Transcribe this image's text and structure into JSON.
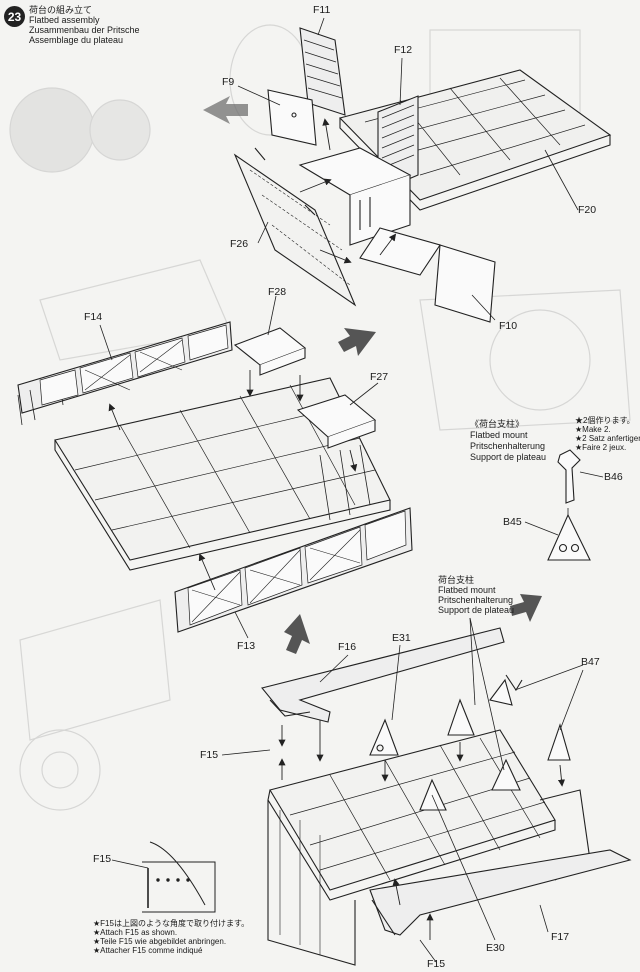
{
  "header": {
    "step_number": "23",
    "title_jp": "荷台の組み立て",
    "title_en": "Flatbed assembly",
    "title_de": "Zusammenbau der Pritsche",
    "title_fr": "Assemblage du plateau"
  },
  "mount_note": {
    "title_jp": "《荷台支柱》",
    "title_en": "Flatbed mount",
    "title_de": "Pritschenhalterung",
    "title_fr": "Support de plateau"
  },
  "make_note": {
    "jp": "★2個作ります。",
    "en": "★Make 2.",
    "de": "★2 Satz anfertigen.",
    "fr": "★Faire 2 jeux."
  },
  "mount_note2": {
    "jp": "荷台支柱",
    "en": "Flatbed mount",
    "de": "Pritschenhalterung",
    "fr": "Support de plateau"
  },
  "angle_note": {
    "jp": "★F15は上図のような角度で取り付けます。",
    "en": "★Attach F15 as shown.",
    "de": "★Teile F15 wie abgebildet anbringen.",
    "fr": "★Attacher F15 comme indiqué"
  },
  "parts": {
    "f11": "F11",
    "f9": "F9",
    "f12": "F12",
    "f20": "F20",
    "f26": "F26",
    "f10": "F10",
    "f28": "F28",
    "f14": "F14",
    "f27": "F27",
    "f13": "F13",
    "b46": "B46",
    "b45": "B45",
    "f16": "F16",
    "e31": "E31",
    "b47": "B47",
    "f15a": "F15",
    "f15b": "F15",
    "f15c": "F15",
    "e30": "E30",
    "f17": "F17"
  }
}
